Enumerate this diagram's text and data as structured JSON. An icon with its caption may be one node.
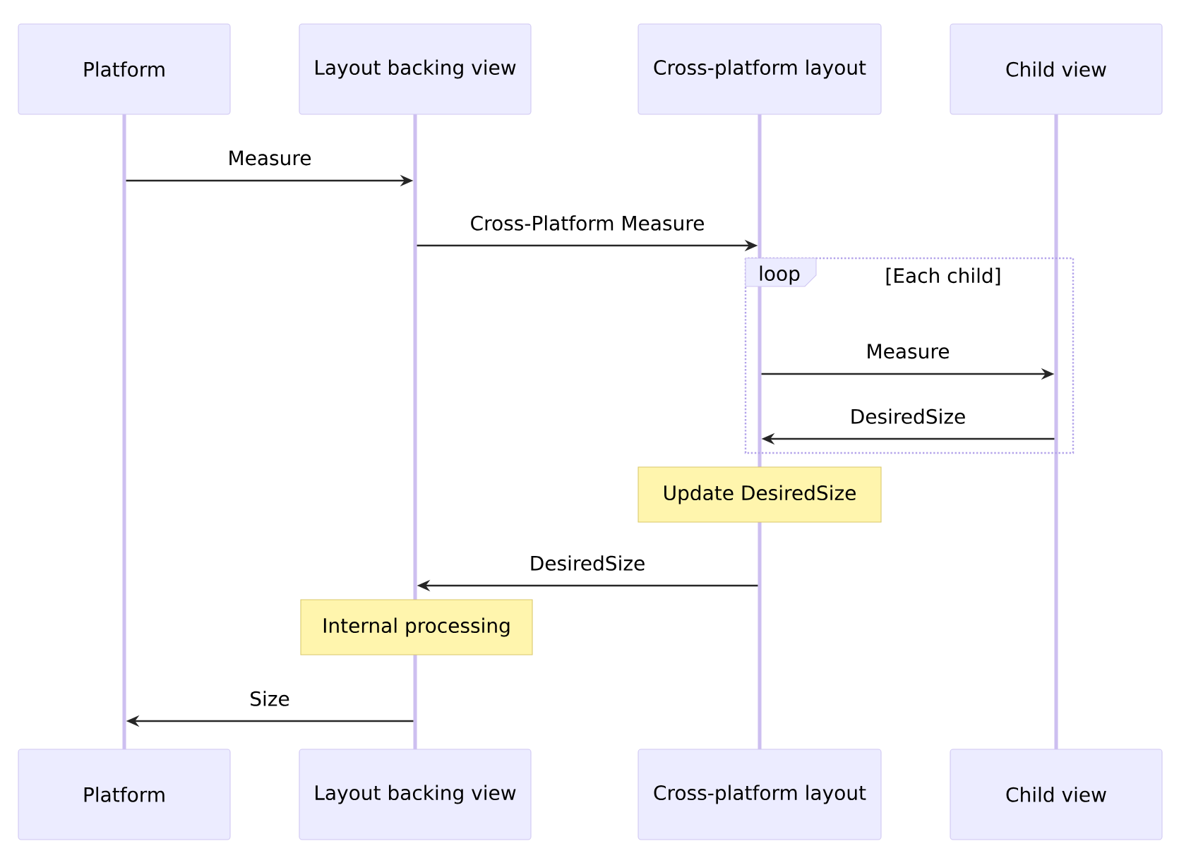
{
  "diagram": {
    "nodes": [
      {
        "text": [
          "Platform"
        ]
      },
      {
        "text": [
          "Layout backing view"
        ]
      },
      {
        "text": [
          "Cross-platform layout"
        ]
      },
      {
        "text": [
          "Child view"
        ]
      },
      {
        "text": [],
        "shape": "bar"
      },
      {
        "text": [],
        "shape": "bar"
      },
      {
        "text": [],
        "shape": "bar"
      },
      {
        "text": [],
        "shape": "bar"
      },
      {
        "text": [
          "Update DesiredSize"
        ]
      },
      {
        "text": [
          "Internal processing"
        ]
      },
      {
        "text": [],
        "shape": "bar"
      },
      {
        "text": [],
        "shape": "bar"
      },
      {
        "text": [
          "Platform"
        ]
      },
      {
        "text": [
          "Layout backing view"
        ]
      },
      {
        "text": [
          "Cross-platform layout"
        ]
      },
      {
        "text": [
          "Child view"
        ]
      }
    ],
    "edges": [
      {
        "from": 4,
        "to": 5,
        "arrow": "to",
        "label": "Measure"
      },
      {
        "from": 5,
        "to": 6,
        "arrow": "to",
        "label": "Cross-Platform Measure"
      },
      {
        "from": 6,
        "to": 7,
        "arrow": "to",
        "label": "Measure"
      },
      {
        "from": 7,
        "to": 6,
        "arrow": "to",
        "label": "DesiredSize"
      },
      {
        "from": 11,
        "to": 5,
        "arrow": "to",
        "label": "DesiredSize"
      },
      {
        "from": 10,
        "to": 4,
        "arrow": "to",
        "label": "Size"
      }
    ],
    "labels": [
      "loop",
      "[Each child]"
    ]
  }
}
